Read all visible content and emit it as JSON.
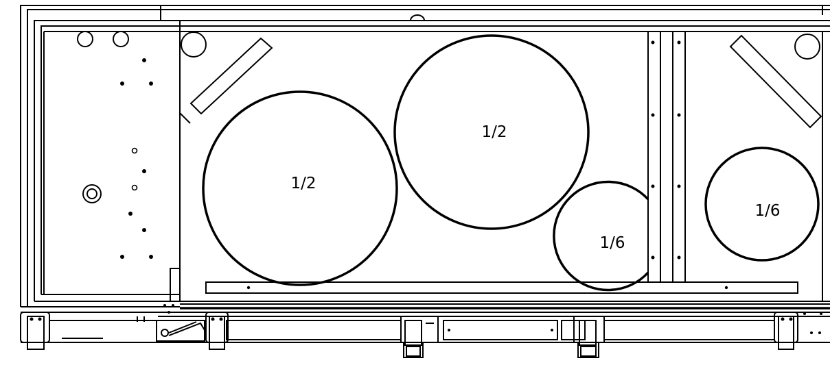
{
  "circles": [
    {
      "id": "left-large",
      "label": "1/2"
    },
    {
      "id": "center-large",
      "label": "1/2"
    },
    {
      "id": "center-small",
      "label": "1/6"
    },
    {
      "id": "right-small",
      "label": "1/6"
    }
  ]
}
